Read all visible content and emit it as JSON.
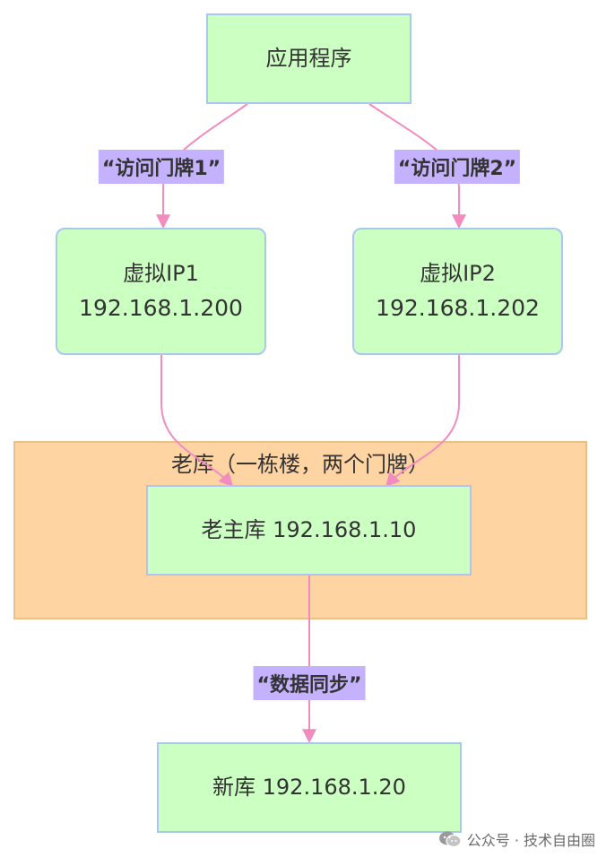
{
  "nodes": {
    "app": {
      "label": "应用程序"
    },
    "vip1": {
      "title": "虚拟IP1",
      "ip": "192.168.1.200"
    },
    "vip2": {
      "title": "虚拟IP2",
      "ip": "192.168.1.202"
    },
    "old_main": {
      "label": "老主库 192.168.1.10"
    },
    "new_db": {
      "label": "新库 192.168.1.20"
    }
  },
  "cluster": {
    "title": "老库（一栋楼，两个门牌）"
  },
  "edges": {
    "app_to_vip1": "“访问门牌1”",
    "app_to_vip2": "“访问门牌2”",
    "old_to_new": "“数据同步”"
  },
  "watermark": {
    "text": "公众号 · 技术自由圈",
    "icon": "wechat-icon"
  },
  "colors": {
    "node_fill": "#ccffc2",
    "node_border": "#a9c7f0",
    "cluster_fill": "#ffd4a3",
    "edge": "#f28cbf",
    "label_fill": "#c4b2ff"
  }
}
